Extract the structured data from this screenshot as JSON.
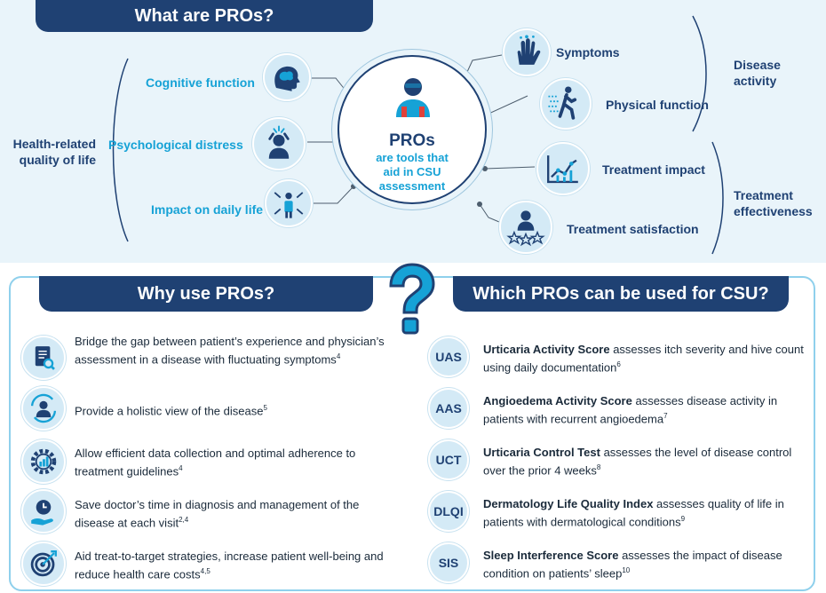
{
  "top": {
    "banner": "What are PROs?",
    "hrql": "Health-related quality of life",
    "left_items": [
      "Cognitive function",
      "Psychological distress",
      "Impact on daily life"
    ],
    "center_title": "PROs",
    "center_sub": "are tools that aid in CSU assessment",
    "right_items": [
      "Symptoms",
      "Physical function",
      "Treatment impact",
      "Treatment satisfaction"
    ],
    "disease_activity": "Disease activity",
    "treatment_effectiveness": "Treatment effectiveness"
  },
  "why": {
    "banner": "Why use PROs?",
    "items": [
      {
        "text": "Bridge the gap between patient’s experience and physician’s assessment in a disease with fluctuating symptoms",
        "ref": "4",
        "icon": "document-search-icon"
      },
      {
        "text": "Provide a holistic view of the disease",
        "ref": "5",
        "icon": "person-cycle-icon"
      },
      {
        "text": "Allow efficient data collection and optimal adherence to treatment guidelines",
        "ref": "4",
        "icon": "gear-chart-icon"
      },
      {
        "text": "Save doctor’s time in diagnosis and management of the disease at each visit",
        "ref": "2,4",
        "icon": "clock-hand-icon"
      },
      {
        "text": "Aid treat-to-target strategies, increase patient well-being and reduce health care costs",
        "ref": "4,5",
        "icon": "target-icon"
      }
    ]
  },
  "which": {
    "banner": "Which PROs can be used for CSU?",
    "items": [
      {
        "abbr": "UAS",
        "name": "Urticaria Activity Score",
        "desc": " assesses itch severity and hive count using daily documentation",
        "ref": "6"
      },
      {
        "abbr": "AAS",
        "name": "Angioedema Activity Score",
        "desc": " assesses disease activity in patients with recurrent angioedema",
        "ref": "7"
      },
      {
        "abbr": "UCT",
        "name": "Urticaria Control Test",
        "desc": " assesses the level of disease control over the prior 4 weeks",
        "ref": "8"
      },
      {
        "abbr": "DLQI",
        "name": "Dermatology Life Quality Index",
        "desc": " assesses quality of life in patients with dermatological conditions",
        "ref": "9"
      },
      {
        "abbr": "SIS",
        "name": "Sleep Interference Score",
        "desc": " assesses the impact of disease condition on patients’ sleep",
        "ref": "10"
      }
    ]
  },
  "question_mark": "?"
}
